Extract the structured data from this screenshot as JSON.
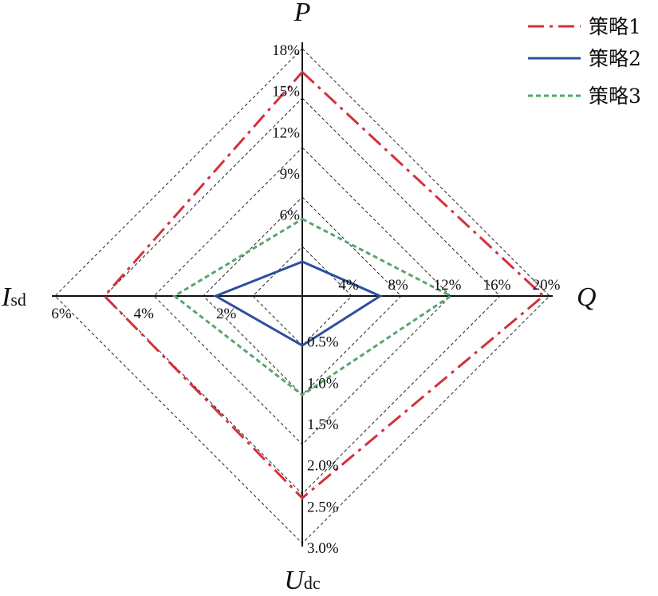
{
  "chart_data": {
    "type": "radar",
    "axes": [
      {
        "id": "P",
        "label_main": "P",
        "label_sub": "",
        "max": 18,
        "unit": "%",
        "ticks": [
          "6%",
          "9%",
          "12%",
          "15%",
          "18%"
        ],
        "tick_values": [
          6,
          9,
          12,
          15,
          18
        ]
      },
      {
        "id": "Q",
        "label_main": "Q",
        "label_sub": "",
        "max": 20,
        "unit": "%",
        "ticks": [
          "4%",
          "8%",
          "12%",
          "16%",
          "20%"
        ],
        "tick_values": [
          4,
          8,
          12,
          16,
          20
        ]
      },
      {
        "id": "Udc",
        "label_main": "U",
        "label_sub": "dc",
        "max": 3.0,
        "unit": "%",
        "ticks": [
          "0.5%",
          "1.0%",
          "1.5%",
          "2.0%",
          "2.5%",
          "3.0%"
        ],
        "tick_values": [
          0.5,
          1.0,
          1.5,
          2.0,
          2.5,
          3.0
        ]
      },
      {
        "id": "Isd",
        "label_main": "I",
        "label_sub": "sd",
        "max": 6,
        "unit": "%",
        "ticks": [
          "2%",
          "4%",
          "6%"
        ],
        "tick_values": [
          2,
          4,
          6
        ]
      }
    ],
    "grid_levels": [
      0.2,
      0.4,
      0.6,
      0.8,
      1.0
    ],
    "series": [
      {
        "name": "策略1",
        "color": "#d3313d",
        "dash": "20 7 4 7",
        "values": {
          "P": 16.3,
          "Q": 19.5,
          "Udc": 2.45,
          "Isd": 4.8
        }
      },
      {
        "name": "策略2",
        "color": "#2d4f9f",
        "dash": "",
        "values": {
          "P": 2.5,
          "Q": 6.3,
          "Udc": 0.6,
          "Isd": 2.1
        }
      },
      {
        "name": "策略3",
        "color": "#5aa56c",
        "dash": "6 4",
        "values": {
          "P": 5.6,
          "Q": 12.0,
          "Udc": 1.2,
          "Isd": 3.1
        }
      }
    ],
    "legend_position": "top-right"
  }
}
